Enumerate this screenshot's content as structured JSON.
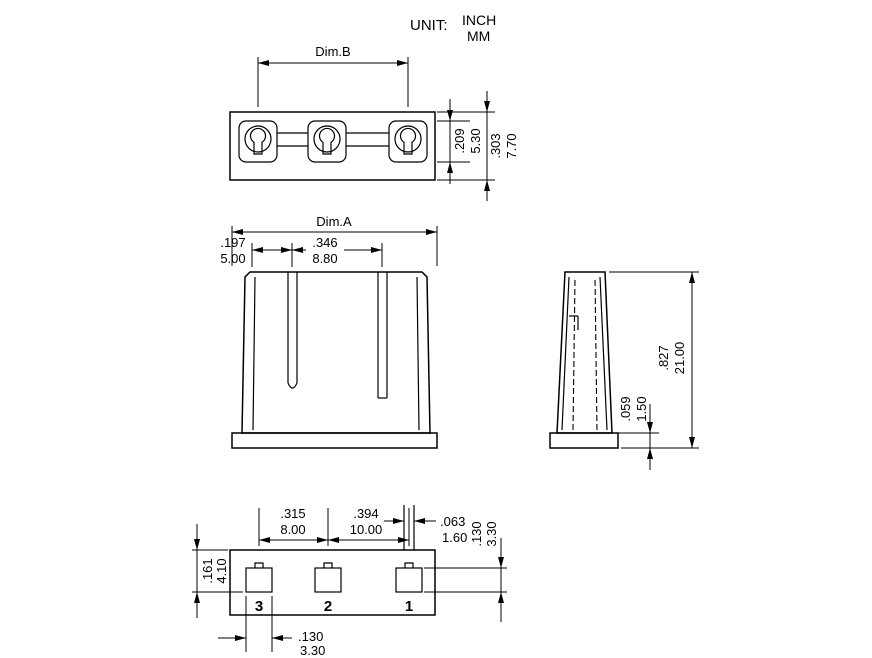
{
  "colors": {
    "line": "#000000",
    "background": "#ffffff"
  },
  "unit": {
    "label": "UNIT:",
    "inch": "INCH",
    "mm": "MM"
  },
  "top_view": {
    "dim_b_label": "Dim.B",
    "height_inner": {
      "inch": ".209",
      "mm": "5.30"
    },
    "height_overall": {
      "inch": ".303",
      "mm": "7.70"
    }
  },
  "front_view": {
    "dim_a_label": "Dim.A",
    "edge_pitch": {
      "inch": ".197",
      "mm": "5.00"
    },
    "slot_pitch": {
      "inch": ".346",
      "mm": "8.80"
    }
  },
  "side_view": {
    "height_overall": {
      "inch": ".827",
      "mm": "21.00"
    },
    "base_height": {
      "inch": ".059",
      "mm": "1.50"
    }
  },
  "bottom_view": {
    "pitch_3_2": {
      "inch": ".315",
      "mm": "8.00"
    },
    "pitch_2_1": {
      "inch": ".394",
      "mm": "10.00"
    },
    "tab_width": {
      "inch": ".063",
      "mm": "1.60"
    },
    "hole_height": {
      "inch": ".130",
      "mm": "3.30"
    },
    "edge_offset": {
      "inch": ".161",
      "mm": "4.10"
    },
    "hole_width": {
      "inch": ".130",
      "mm": "3.30"
    },
    "pins": [
      "3",
      "2",
      "1"
    ]
  }
}
